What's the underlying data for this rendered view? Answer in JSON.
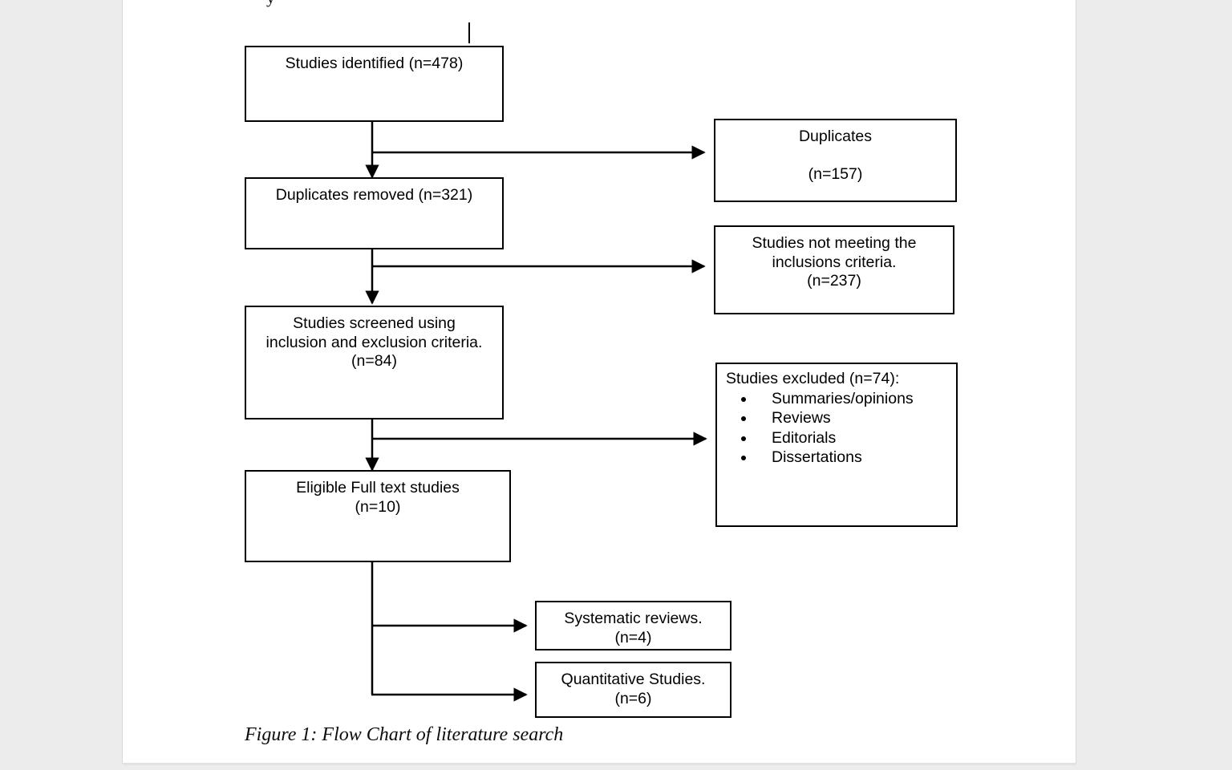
{
  "document": {
    "caption": "Figure 1: Flow Chart of literature search",
    "page_background": "#ffffff",
    "surround_background": "#ececec",
    "line_color": "#000000"
  },
  "chart_data": {
    "type": "diagram",
    "diagram_kind": "flowchart",
    "title": "Figure 1: Flow Chart of literature search",
    "nodes": [
      {
        "id": "identified",
        "label": "Studies identified (n=478)",
        "n": 478,
        "column": "main",
        "order": 1
      },
      {
        "id": "duplicates_out",
        "label": "Duplicates\n\n(n=157)",
        "n": 157,
        "column": "side",
        "order": 1
      },
      {
        "id": "duplicates_removed",
        "label": "Duplicates removed (n=321)",
        "n": 321,
        "column": "main",
        "order": 2
      },
      {
        "id": "not_meeting",
        "label": "Studies not meeting the\ninclusions criteria.\n(n=237)",
        "n": 237,
        "column": "side",
        "order": 2
      },
      {
        "id": "screened",
        "label": "Studies screened using\ninclusion and exclusion criteria.\n(n=84)",
        "n": 84,
        "column": "main",
        "order": 3
      },
      {
        "id": "excluded",
        "label": "Studies excluded (n=74):",
        "n": 74,
        "column": "side",
        "order": 3,
        "bullets": [
          "Summaries/opinions",
          "Reviews",
          "Editorials",
          "Dissertations"
        ]
      },
      {
        "id": "eligible",
        "label": "Eligible Full text studies\n(n=10)",
        "n": 10,
        "column": "main",
        "order": 4
      },
      {
        "id": "systematic",
        "label": "Systematic reviews.\n(n=4)",
        "n": 4,
        "column": "outcome",
        "order": 1
      },
      {
        "id": "quantitative",
        "label": "Quantitative Studies.\n(n=6)",
        "n": 6,
        "column": "outcome",
        "order": 2
      }
    ],
    "edges": [
      {
        "from": "identified",
        "to": "duplicates_removed",
        "kind": "down-arrow"
      },
      {
        "from": "identified",
        "to": "duplicates_out",
        "kind": "right-arrow"
      },
      {
        "from": "duplicates_removed",
        "to": "screened",
        "kind": "down-arrow"
      },
      {
        "from": "duplicates_removed",
        "to": "not_meeting",
        "kind": "right-arrow"
      },
      {
        "from": "screened",
        "to": "eligible",
        "kind": "down-arrow"
      },
      {
        "from": "screened",
        "to": "excluded",
        "kind": "right-arrow"
      },
      {
        "from": "eligible",
        "to": "systematic",
        "kind": "right-arrow"
      },
      {
        "from": "eligible",
        "to": "quantitative",
        "kind": "right-arrow"
      }
    ]
  },
  "nodes_text": {
    "identified": "Studies identified (n=478)",
    "duplicates_out": "Duplicates\n\n(n=157)",
    "duplicates_removed": "Duplicates removed (n=321)",
    "not_meeting": "Studies not meeting the\ninclusions criteria.\n(n=237)",
    "screened": "Studies screened using\ninclusion and exclusion criteria.\n(n=84)",
    "excluded_header": "Studies excluded (n=74):",
    "excluded_bullets": [
      "Summaries/opinions",
      "Reviews",
      "Editorials",
      "Dissertations"
    ],
    "eligible": "Eligible Full text studies\n(n=10)",
    "systematic": "Systematic reviews.\n(n=4)",
    "quantitative": "Quantitative Studies.\n(n=6)"
  }
}
